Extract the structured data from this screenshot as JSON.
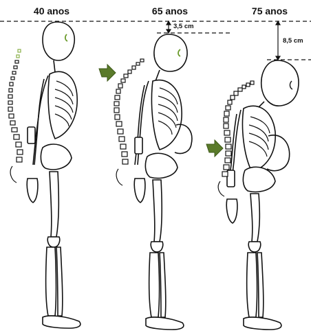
{
  "stages": [
    {
      "age": "40 anos"
    },
    {
      "age": "65 anos"
    },
    {
      "age": "75 anos"
    }
  ],
  "measurements": [
    {
      "value": "3,5 cm"
    },
    {
      "value": "8,5 cm"
    }
  ],
  "colors": {
    "arrow": "#5a7a2a",
    "outline": "#111111",
    "vertebra_highlight": "#8ab04a"
  }
}
